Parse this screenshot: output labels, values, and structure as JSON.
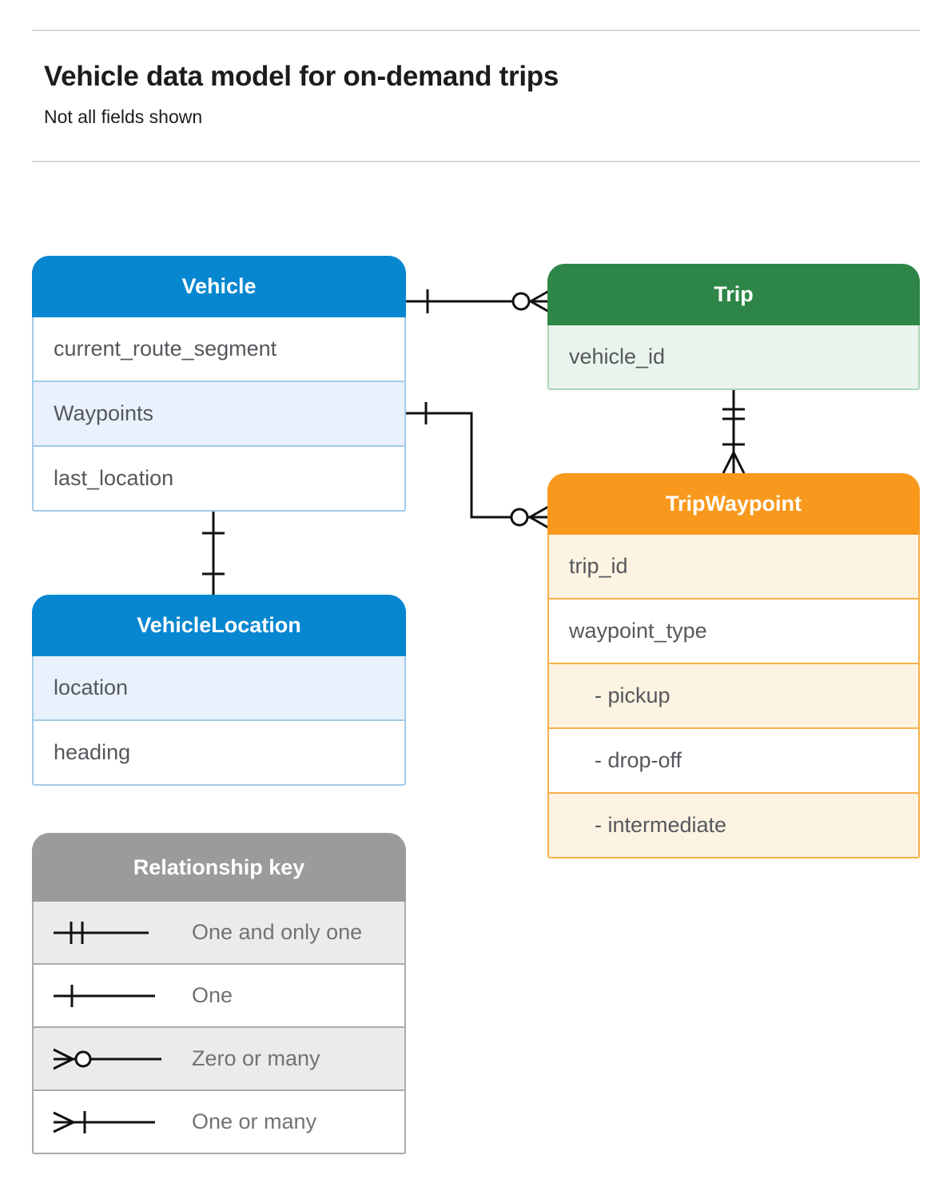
{
  "page": {
    "title": "Vehicle data model for on-demand trips",
    "subtitle": "Not all fields shown"
  },
  "colors": {
    "vehicle_accent": "#0887d1",
    "trip_accent": "#2d8647",
    "trip_waypoint_accent": "#f8991d",
    "key_accent": "#9b9b9b",
    "connector": "#111111"
  },
  "entities": {
    "vehicle": {
      "title": "Vehicle",
      "rows": [
        "current_route_segment",
        "Waypoints",
        "last_location"
      ]
    },
    "trip": {
      "title": "Trip",
      "rows": [
        "vehicle_id"
      ]
    },
    "trip_waypoint": {
      "title": "TripWaypoint",
      "rows": [
        "trip_id",
        "waypoint_type",
        "- pickup",
        "- drop-off",
        "- intermediate"
      ]
    },
    "vehicle_location": {
      "title": "VehicleLocation",
      "rows": [
        "location",
        "heading"
      ]
    }
  },
  "relationships": [
    {
      "from": "Vehicle",
      "to": "Trip",
      "from_cardinality": "one",
      "to_cardinality": "zero or many"
    },
    {
      "from": "Vehicle.Waypoints",
      "to": "TripWaypoint",
      "from_cardinality": "one",
      "to_cardinality": "zero or many"
    },
    {
      "from": "Trip",
      "to": "TripWaypoint",
      "from_cardinality": "one and only one",
      "to_cardinality": "one or many"
    },
    {
      "from": "Vehicle",
      "to": "VehicleLocation",
      "from_cardinality": "one",
      "to_cardinality": "one"
    }
  ],
  "legend": {
    "title": "Relationship key",
    "items": [
      {
        "icon": "one-and-only-one-icon",
        "label": "One and only one"
      },
      {
        "icon": "one-icon",
        "label": "One"
      },
      {
        "icon": "zero-or-many-icon",
        "label": "Zero or many"
      },
      {
        "icon": "one-or-many-icon",
        "label": "One or many"
      }
    ]
  }
}
